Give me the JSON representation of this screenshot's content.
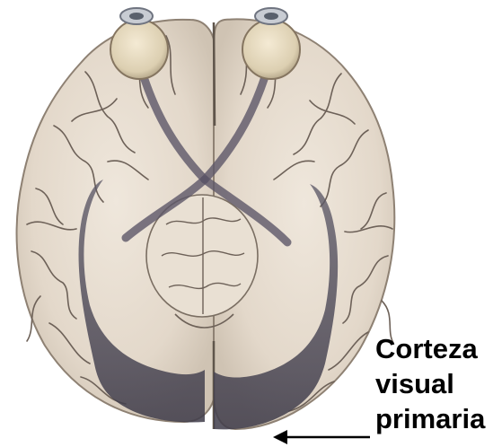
{
  "annotation": {
    "lines": [
      "Corteza",
      "visual",
      "primaria"
    ]
  },
  "colors": {
    "background": "#ffffff",
    "cortex": "#e7ddd0",
    "sulcus": "#6d6158",
    "visual_pathway": "#5d5668",
    "visual_cortex_highlight": "#4a4656",
    "eyes": "#e2d6bc",
    "label_text": "#000000",
    "pointer_arrow": "#000000"
  },
  "icons": [
    "eye-icon",
    "arrow-left-icon"
  ]
}
